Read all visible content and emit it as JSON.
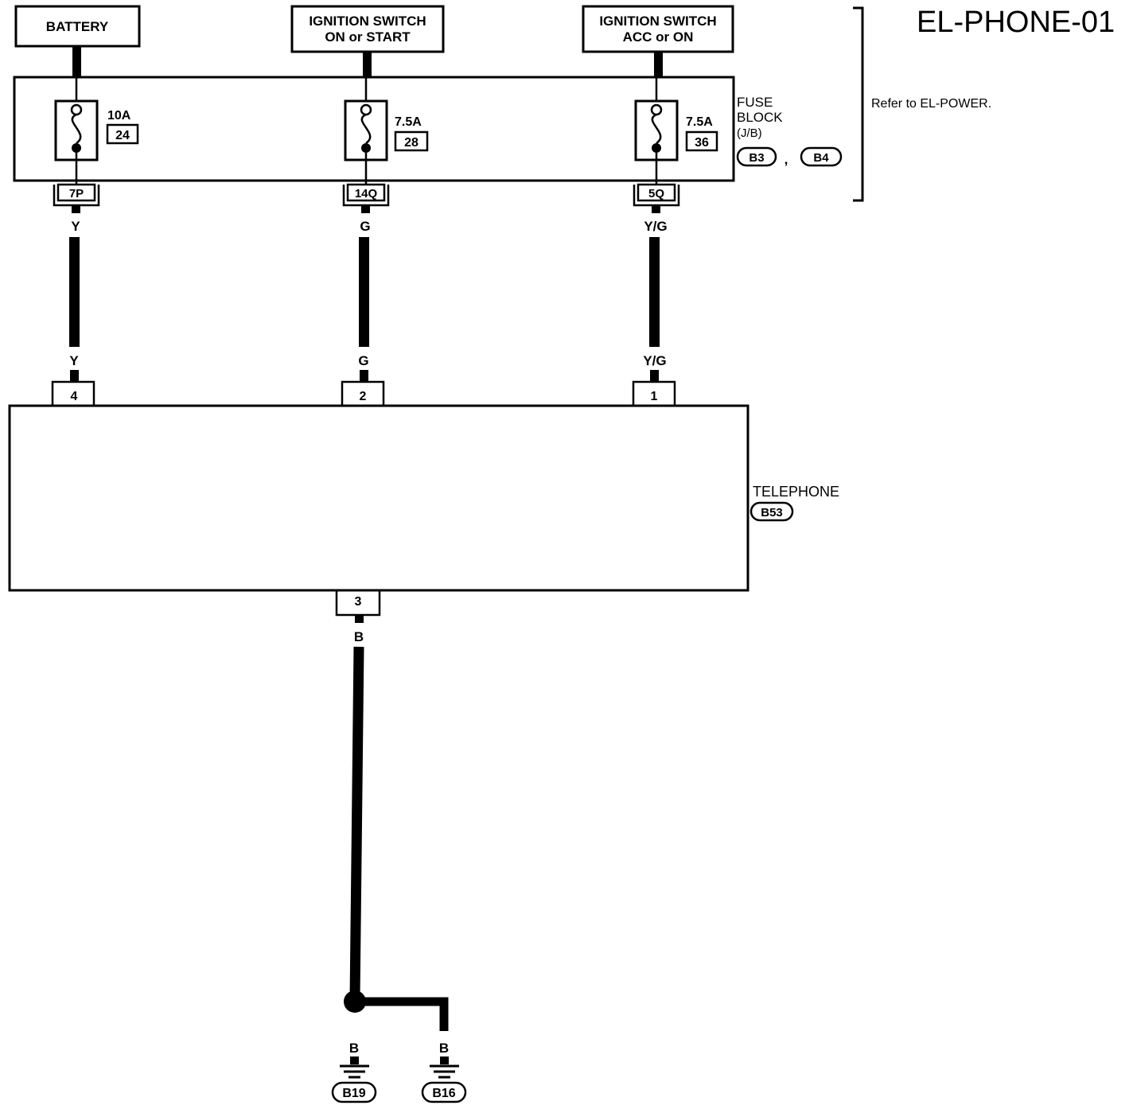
{
  "diagram_id": "EL-PHONE-01",
  "sources": [
    {
      "lines": [
        "BATTERY"
      ]
    },
    {
      "lines": [
        "IGNITION SWITCH",
        "ON or START"
      ]
    },
    {
      "lines": [
        "IGNITION SWITCH",
        "ACC or ON"
      ]
    }
  ],
  "fuses": [
    {
      "amps": "10A",
      "number": "24",
      "terminal": "7P",
      "wire_color": "Y",
      "pin": "4"
    },
    {
      "amps": "7.5A",
      "number": "28",
      "terminal": "14Q",
      "wire_color": "G",
      "pin": "2"
    },
    {
      "amps": "7.5A",
      "number": "36",
      "terminal": "5Q",
      "wire_color": "Y/G",
      "pin": "1"
    }
  ],
  "fuse_block": {
    "lines": [
      "FUSE",
      "BLOCK",
      "(J/B)"
    ],
    "connectors": [
      "B3",
      "B4"
    ],
    "separator": ","
  },
  "refer_note": "Refer to EL-POWER.",
  "telephone": {
    "label": "TELEPHONE",
    "connector": "B53"
  },
  "ground": {
    "pin": "3",
    "wire_color": "B",
    "branches": [
      {
        "wire_color": "B",
        "connector": "B19"
      },
      {
        "wire_color": "B",
        "connector": "B16"
      }
    ]
  }
}
